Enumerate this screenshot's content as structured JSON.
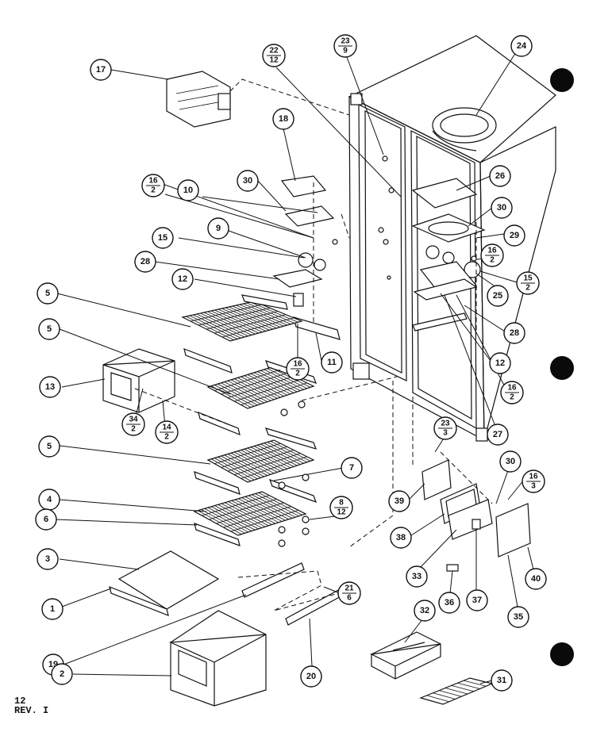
{
  "callouts": [
    {
      "id": "c17",
      "label": "17"
    },
    {
      "id": "c18",
      "label": "18"
    },
    {
      "id": "c30a",
      "label": "30"
    },
    {
      "id": "c10",
      "label": "10"
    },
    {
      "id": "c9",
      "label": "9"
    },
    {
      "id": "c15",
      "label": "15"
    },
    {
      "id": "c28a",
      "label": "28"
    },
    {
      "id": "c12a",
      "label": "12"
    },
    {
      "id": "c5a",
      "label": "5"
    },
    {
      "id": "c5b",
      "label": "5"
    },
    {
      "id": "c13",
      "label": "13"
    },
    {
      "id": "c11",
      "label": "11"
    },
    {
      "id": "c5c",
      "label": "5"
    },
    {
      "id": "c7",
      "label": "7"
    },
    {
      "id": "c4",
      "label": "4"
    },
    {
      "id": "c6",
      "label": "6"
    },
    {
      "id": "c3",
      "label": "3"
    },
    {
      "id": "c1",
      "label": "1"
    },
    {
      "id": "c19",
      "label": "19"
    },
    {
      "id": "c2",
      "label": "2"
    },
    {
      "id": "c20",
      "label": "20"
    },
    {
      "id": "c24",
      "label": "24"
    },
    {
      "id": "c26",
      "label": "26"
    },
    {
      "id": "c30b",
      "label": "30"
    },
    {
      "id": "c29",
      "label": "29"
    },
    {
      "id": "c25",
      "label": "25"
    },
    {
      "id": "c28b",
      "label": "28"
    },
    {
      "id": "c12b",
      "label": "12"
    },
    {
      "id": "c27",
      "label": "27"
    },
    {
      "id": "c39",
      "label": "39"
    },
    {
      "id": "c38",
      "label": "38"
    },
    {
      "id": "c30c",
      "label": "30"
    },
    {
      "id": "c33",
      "label": "33"
    },
    {
      "id": "c36",
      "label": "36"
    },
    {
      "id": "c37",
      "label": "37"
    },
    {
      "id": "c35",
      "label": "35"
    },
    {
      "id": "c40",
      "label": "40"
    },
    {
      "id": "c32",
      "label": "32"
    },
    {
      "id": "c31",
      "label": "31"
    }
  ],
  "fraction_callouts": [
    {
      "id": "f16_2a",
      "top": "16",
      "bottom": "2"
    },
    {
      "id": "f22_12",
      "top": "22",
      "bottom": "12"
    },
    {
      "id": "f23_9",
      "top": "23",
      "bottom": "9"
    },
    {
      "id": "f16_2b",
      "top": "16",
      "bottom": "2"
    },
    {
      "id": "f15_2",
      "top": "15",
      "bottom": "2"
    },
    {
      "id": "f16_2c",
      "top": "16",
      "bottom": "2"
    },
    {
      "id": "f16_2d",
      "top": "16",
      "bottom": "2"
    },
    {
      "id": "f34_2",
      "top": "34",
      "bottom": "2"
    },
    {
      "id": "f14_2",
      "top": "14",
      "bottom": "2"
    },
    {
      "id": "f23_3",
      "top": "23",
      "bottom": "3"
    },
    {
      "id": "f16_3",
      "top": "16",
      "bottom": "3"
    },
    {
      "id": "f8_12",
      "top": "8",
      "bottom": "12"
    },
    {
      "id": "f21_6",
      "top": "21",
      "bottom": "6"
    }
  ],
  "footer": {
    "page": "12",
    "revision": "REV. I"
  }
}
